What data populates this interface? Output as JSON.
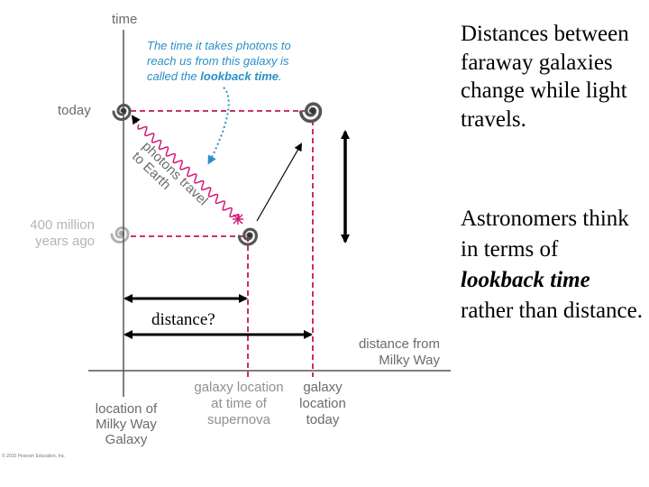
{
  "right_text": {
    "top": "Distances between faraway galaxies change while light travels.",
    "bottom_lead": "Astronomers think in terms of",
    "bottom_emph": "lookback time",
    "bottom_tail": "rather than distance."
  },
  "diagram": {
    "y_axis_label": "time",
    "today_label": "today",
    "past_label_line1": "400 million",
    "past_label_line2": "years ago",
    "lookback_note_pre": "The time it takes photons to reach us from this galaxy is called the",
    "lookback_note_bold": "lookback time",
    "photon_label": "photons travel to Earth",
    "distance_question": "distance?",
    "x_axis_label_line1": "distance from",
    "x_axis_label_line2": "Milky Way",
    "supernova_location_line1": "galaxy location",
    "supernova_location_line2": "at time of",
    "supernova_location_line3": "supernova",
    "today_location_line1": "galaxy",
    "today_location_line2": "location",
    "today_location_line3": "today",
    "milky_way_line1": "location of",
    "milky_way_line2": "Milky Way",
    "milky_way_line3": "Galaxy",
    "copyright": "© 2010 Pearson Education, Inc."
  },
  "colors": {
    "guide_dashed": "#c0185a",
    "photon_wave": "#d5197a",
    "note_blue": "#2a8fc8",
    "axis": "#555555",
    "label_grey": "#6b6b6b"
  }
}
